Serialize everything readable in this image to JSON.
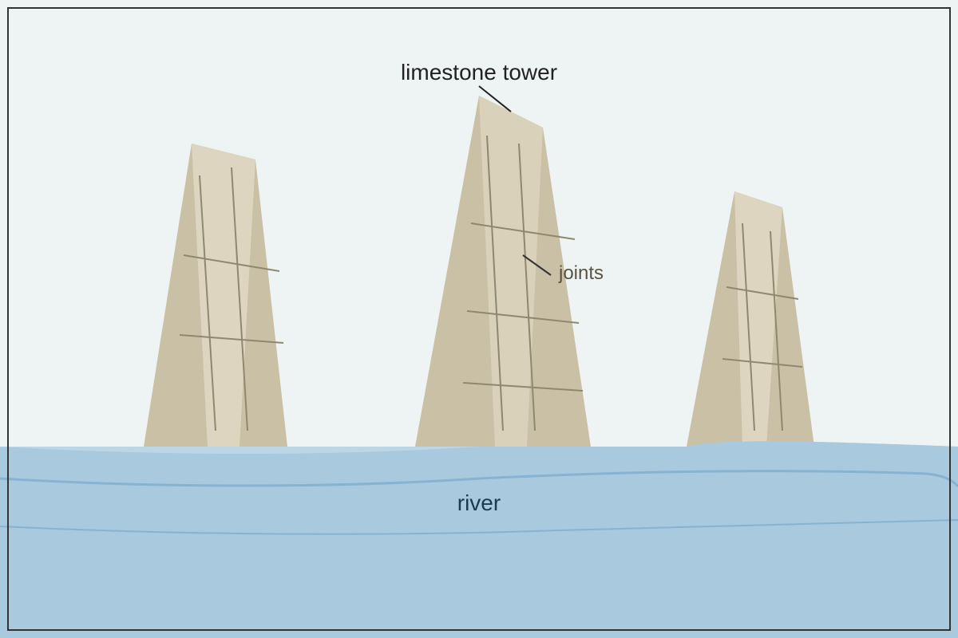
{
  "labels": {
    "tower": "limestone tower",
    "joints": "joints",
    "river": "river"
  },
  "colors": {
    "sky": "#eef3f3",
    "water": "#a8c9de",
    "water_highlight": "#bcd6e6",
    "water_ripple": "#88b2d2",
    "rock_shadow": "#c9c0a6",
    "rock_light": "#ddd5bf",
    "joint_line": "#8f8870",
    "leader_line": "#222222",
    "frame": "#333333"
  }
}
